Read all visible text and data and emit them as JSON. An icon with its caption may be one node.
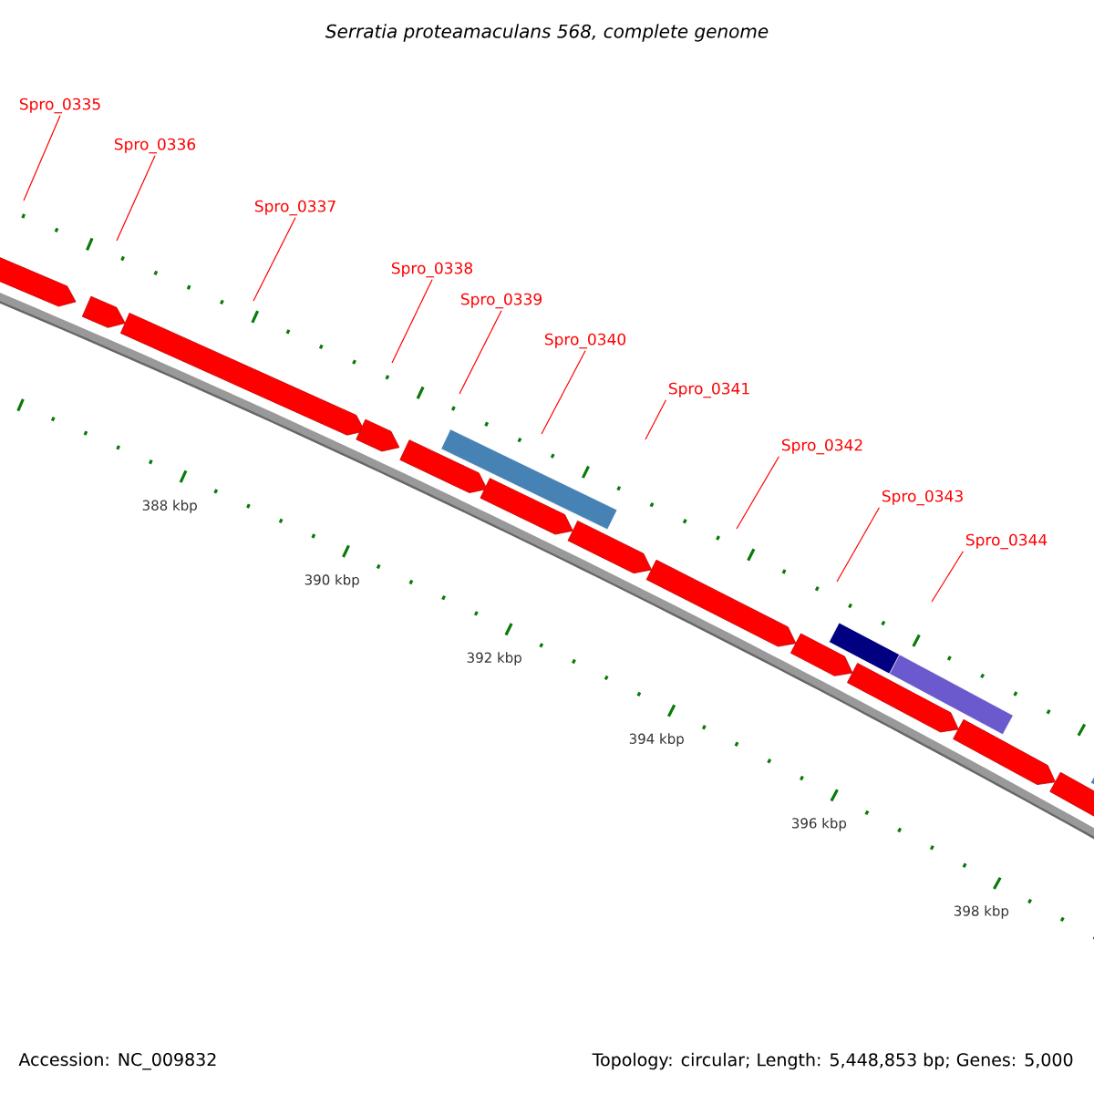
{
  "diagram": {
    "title": "Serratia proteamaculans 568, complete genome",
    "nodes": [
      {
        "text": [
          "Spro_0335"
        ]
      },
      {
        "text": [
          "Spro_0336"
        ]
      },
      {
        "text": [
          "Spro_0337"
        ]
      },
      {
        "text": [
          "Spro_0338"
        ]
      },
      {
        "text": [
          "Spro_0339"
        ]
      },
      {
        "text": [
          "Spro_0340"
        ]
      },
      {
        "text": [
          "Spro_0341"
        ]
      },
      {
        "text": [
          "Spro_0342"
        ]
      },
      {
        "text": [
          "Spro_0343"
        ]
      },
      {
        "text": [
          "Spro_0344"
        ]
      }
    ],
    "edges": [
      {
        "from": 0,
        "to": null,
        "arrow": "none"
      },
      {
        "from": 1,
        "to": null,
        "arrow": "none"
      },
      {
        "from": 2,
        "to": null,
        "arrow": "none"
      },
      {
        "from": 3,
        "to": null,
        "arrow": "none"
      },
      {
        "from": 4,
        "to": null,
        "arrow": "none"
      },
      {
        "from": 5,
        "to": null,
        "arrow": "none"
      },
      {
        "from": 6,
        "to": null,
        "arrow": "none"
      },
      {
        "from": 7,
        "to": null,
        "arrow": "none"
      },
      {
        "from": 8,
        "to": null,
        "arrow": "none"
      },
      {
        "from": 9,
        "to": null,
        "arrow": "none"
      }
    ],
    "labels": [
      "388 kbp",
      "390 kbp",
      "392 kbp",
      "394 kbp",
      "396 kbp",
      "398 kbp",
      "Accession: NC_009832",
      "Topology: circular; Length: 5,448,853 bp; Genes: 5,000"
    ]
  }
}
